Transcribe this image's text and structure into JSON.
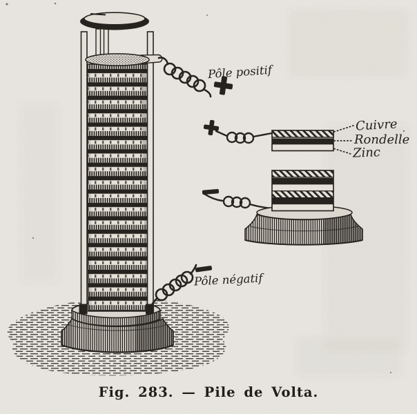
{
  "figure": {
    "caption": "Fig. 283. — Pile de Volta.",
    "labels": {
      "positive_pole": "Pôle positif",
      "negative_pole": "Pôle négatif",
      "copper": "Cuivre",
      "washer": "Rondelle",
      "zinc": "Zinc"
    },
    "icons": {
      "positive_terminal": "plus-icon",
      "negative_terminal": "minus-icon"
    },
    "colors": {
      "paper": "#e9e6e0",
      "ink": "#211e1a"
    }
  }
}
